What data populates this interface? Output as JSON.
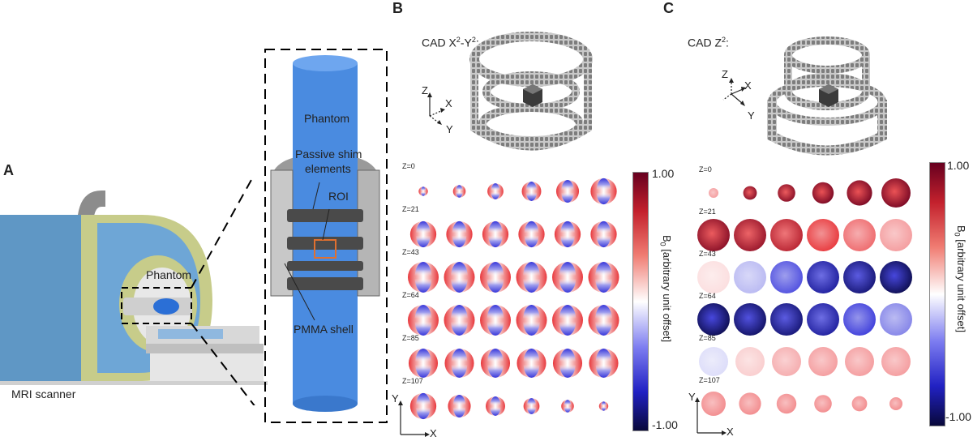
{
  "panels": {
    "a_letter": "A",
    "b_letter": "B",
    "c_letter": "C"
  },
  "panel_a": {
    "scanner_label": "MRI scanner",
    "phantom_label": "Phantom"
  },
  "zoom": {
    "phantom": "Phantom",
    "passive_shim_line1": "Passive shim",
    "passive_shim_line2": "elements",
    "roi": "ROI",
    "pmma_shell": "PMMA shell"
  },
  "panel_b": {
    "cad_label_prefix": "CAD X",
    "cad_label_sup1": "2",
    "cad_label_mid": "-Y",
    "cad_label_sup2": "2",
    "cad_label_suffix": ":",
    "axis_z": "Z",
    "axis_x": "X",
    "axis_y": "Y",
    "rows": [
      "Z=0",
      "Z=21",
      "Z=43",
      "Z=64",
      "Z=85",
      "Z=107"
    ],
    "plot_axis_x": "X",
    "plot_axis_y": "Y"
  },
  "panel_c": {
    "cad_label_prefix": "CAD Z",
    "cad_label_sup": "2",
    "cad_label_suffix": ":",
    "axis_z": "Z",
    "axis_x": "X",
    "axis_y": "Y",
    "rows": [
      "Z=0",
      "Z=21",
      "Z=43",
      "Z=64",
      "Z=85",
      "Z=107"
    ],
    "plot_axis_x": "X",
    "plot_axis_y": "Y"
  },
  "colorbar": {
    "max": "1.00",
    "min": "-1.00",
    "title_b": "B",
    "title_sub": "0",
    "title_rest": " [arbitrary unit offset]",
    "colors": {
      "high": "#67001f",
      "mid_high": "#e8383c",
      "zero": "#ffffff",
      "mid_low": "#2c2cd8",
      "low": "#08083a"
    }
  },
  "maps": {
    "b_radius_scale": [
      0.35,
      0.85,
      1.0,
      1.0,
      0.95,
      0.55
    ],
    "c_radius_scale": [
      0.35,
      1.0,
      1.0,
      1.0,
      0.9,
      0.65
    ],
    "c_values": [
      [
        0.3,
        0.9,
        0.9,
        0.95,
        0.95,
        0.95
      ],
      [
        0.9,
        0.85,
        0.75,
        0.6,
        0.45,
        0.3
      ],
      [
        0.1,
        -0.2,
        -0.5,
        -0.75,
        -0.85,
        -0.95
      ],
      [
        -0.95,
        -0.9,
        -0.85,
        -0.75,
        -0.55,
        -0.35
      ],
      [
        -0.1,
        0.15,
        0.25,
        0.3,
        0.3,
        0.3
      ],
      [
        0.35,
        0.35,
        0.35,
        0.35,
        0.35,
        0.35
      ]
    ]
  }
}
